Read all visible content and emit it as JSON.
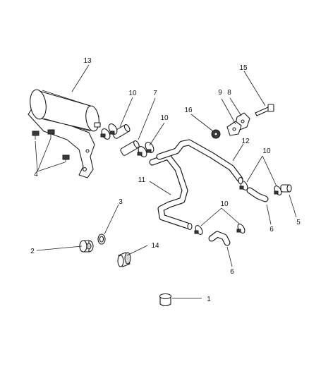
{
  "callouts": {
    "c1": "1",
    "c2": "2",
    "c3": "3",
    "c4": "4",
    "c5": "5",
    "c6a": "6",
    "c6b": "6",
    "c7": "7",
    "c8": "8",
    "c9": "9",
    "c10a": "10",
    "c10b": "10",
    "c10c": "10",
    "c10d": "10",
    "c11": "11",
    "c12": "12",
    "c13": "13",
    "c14": "14",
    "c15": "15",
    "c16": "16"
  }
}
